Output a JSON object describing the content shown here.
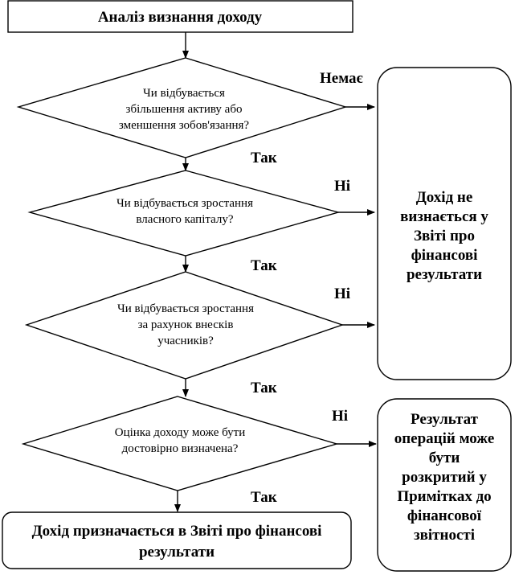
{
  "flowchart": {
    "start": {
      "title": "Аналіз визнання доходу"
    },
    "decisions": [
      {
        "lines": [
          "Чи відбувається",
          "збільшення активу або",
          "зменшення зобов'язання?"
        ],
        "no_label": "Немає",
        "yes_label": "Так"
      },
      {
        "lines": [
          "Чи відбувається зростання",
          "власного капіталу?"
        ],
        "no_label": "Ні",
        "yes_label": "Так"
      },
      {
        "lines": [
          "Чи відбувається зростання",
          "за рахунок внесків",
          "учасників?"
        ],
        "no_label": "Ні",
        "yes_label": "Так"
      },
      {
        "lines": [
          "Оцінка доходу може бути",
          "достовірно визначена?"
        ],
        "no_label": "Ні",
        "yes_label": "Так"
      }
    ],
    "end": {
      "lines": [
        "Дохід призначається в Звіті про фінансові",
        "результати"
      ]
    },
    "side_not_recognized": {
      "lines": [
        "Дохід не",
        "визнається у",
        "Звіті про",
        "фінансові",
        "результати"
      ]
    },
    "side_disclosed": {
      "lines": [
        "Результат",
        "операцій може",
        "бути",
        "розкритий у",
        "Примітках до",
        "фінансової",
        "звітності"
      ]
    }
  },
  "colors": {
    "stroke": "#000000",
    "fill": "#ffffff"
  }
}
